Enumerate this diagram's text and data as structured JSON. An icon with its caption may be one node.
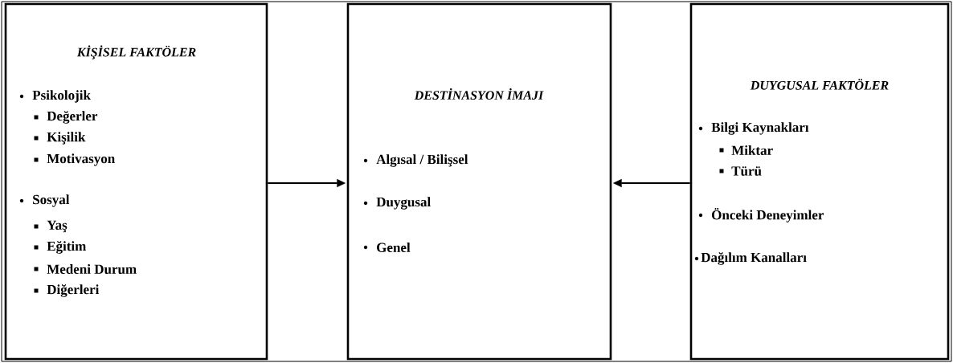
{
  "diagram": {
    "nodes": [
      {
        "text": [
          "KİŞİSEL FAKTÖLER",
          "Psikolojik",
          "Değerler",
          "Kişilik",
          "Motivasyon",
          "Sosyal",
          "Yaş",
          "Eğitim",
          "Medeni Durum",
          "Diğerleri"
        ]
      },
      {
        "text": [
          "DESTİNASYON İMAJI",
          "Algısal / Bilişsel",
          "Duygusal",
          "Genel"
        ]
      },
      {
        "text": [
          "DUYGUSAL FAKTÖLER",
          "Bilgi Kaynakları",
          "Miktar",
          "Türü",
          "Önceki Deneyimler",
          "Dağılım Kanalları"
        ]
      }
    ],
    "edges": [
      {
        "from": 0,
        "to": 1,
        "arrow": "to"
      },
      {
        "from": 2,
        "to": 1,
        "arrow": "to"
      }
    ]
  }
}
